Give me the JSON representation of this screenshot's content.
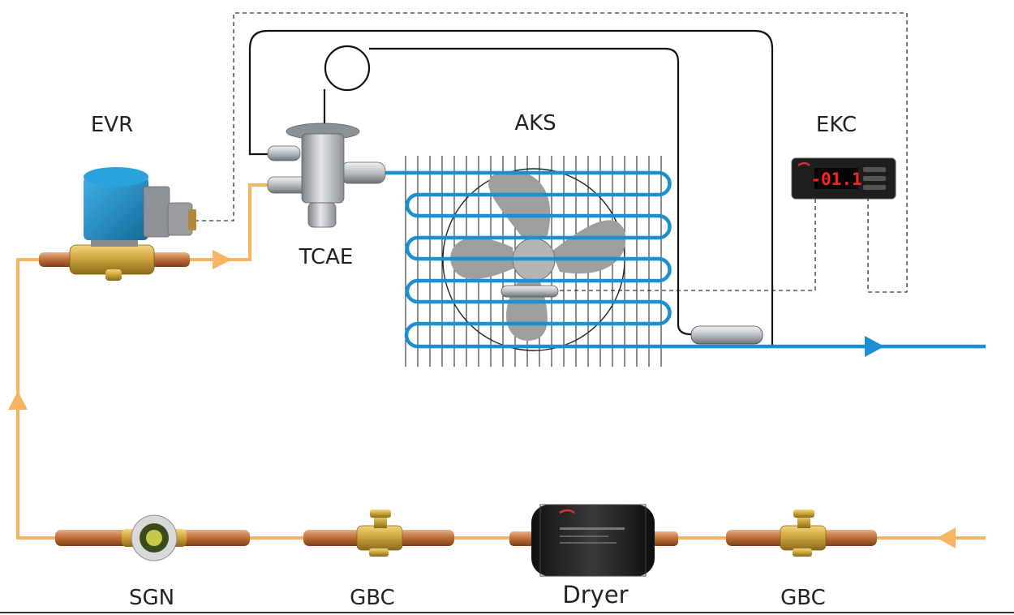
{
  "labels": {
    "evr": "EVR",
    "tcae": "TCAE",
    "aks": "AKS",
    "ekc": "EKC",
    "sgn": "SGN",
    "gbc_left": "GBC",
    "dryer": "Dryer",
    "gbc_right": "GBC"
  },
  "ekc_display": {
    "reading": "-01.1"
  },
  "colors": {
    "liquid_line": "#f5b562",
    "suction_line": "#1b8fd1",
    "capillary": "#111111",
    "signal_dashed": "#333333",
    "valve_body_blue": "#1d8fc6",
    "brass": "#c9a13a",
    "copper": "#c2733d",
    "fan_grey": "#a0a0a0",
    "display_red": "#ff2020"
  },
  "icons": {
    "evr": "solenoid-valve-icon",
    "tcae": "expansion-valve-icon",
    "aks": "temperature-sensor-icon",
    "ekc": "controller-icon",
    "sgn": "sight-glass-icon",
    "gbc": "ball-valve-icon",
    "dryer": "filter-drier-icon",
    "fan": "fan-icon",
    "coil": "evaporator-coil-icon"
  }
}
